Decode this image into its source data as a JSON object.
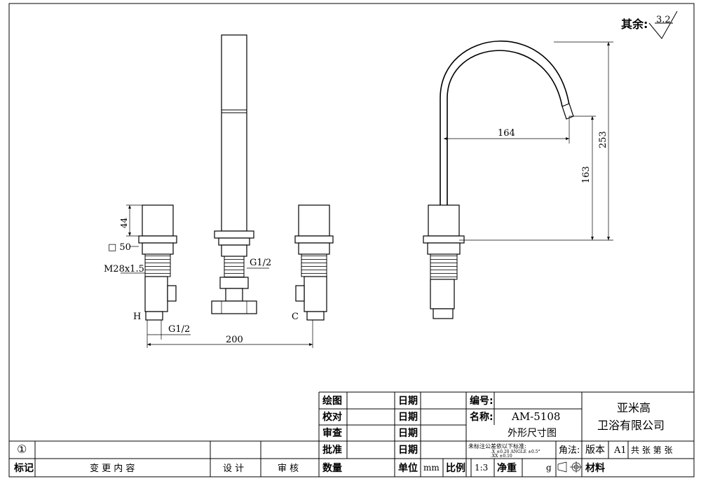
{
  "roughness": {
    "label": "其余:",
    "value": "3.2"
  },
  "dims": {
    "d44": "44",
    "d50": "□ 50",
    "thread_m28": "M28x1.5",
    "g12_center": "G1/2",
    "g12_bottom": "G1/2",
    "d200": "200",
    "d164": "164",
    "d253": "253",
    "d163": "163",
    "label_h": "H",
    "label_c": "C"
  },
  "title_block": {
    "draw": "绘图",
    "check": "校对",
    "review": "审查",
    "approve": "批准",
    "date": "日期",
    "code_label": "编号:",
    "name_label": "名称:",
    "model": "AM-5108",
    "drawing_name": "外形尺寸图",
    "company_line1": "亚米高",
    "company_line2": "卫浴有限公司",
    "tolerance": "未标注公差依以下标准:",
    "tol_x": ".X      ±0.20  ANGLE  ±0.5°",
    "tol_xx": ".XX     ±0.10",
    "angle_label": "角法:",
    "version_label": "版本",
    "version": "A1",
    "sheets": "共  张 第  张",
    "rev_symbol": "①",
    "mark": "标记",
    "change_content": "变 更 内 容",
    "design": "设 计",
    "audit": "审 核",
    "quantity": "数量",
    "unit": "单位",
    "unit_value": "mm",
    "scale_label": "比例",
    "scale": "1:3",
    "net_weight": "净重",
    "weight_unit": "g",
    "material": "材料"
  }
}
